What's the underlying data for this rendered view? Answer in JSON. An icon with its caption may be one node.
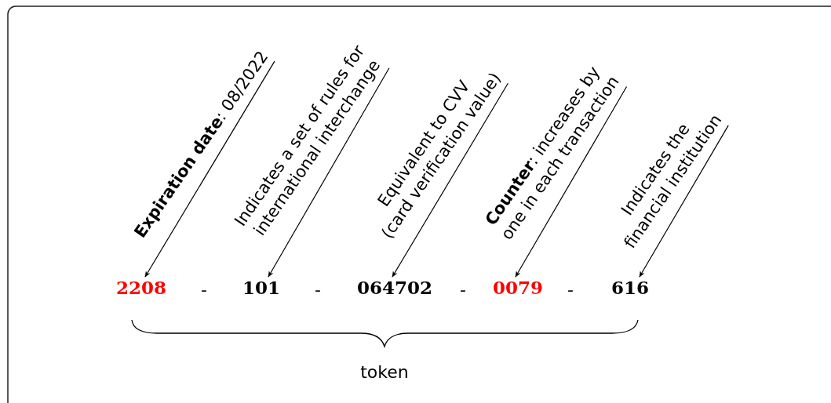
{
  "diagram": {
    "nodes": [
      {
        "text": [
          "**Expiration date**: 08/2022"
        ]
      },
      {
        "text": [
          "Indicates a set of rules for international interchange"
        ]
      },
      {
        "text": [
          "Equivalent to CVV (card verification value)"
        ]
      },
      {
        "text": [
          "**Counter**: increases by one in each transaction"
        ]
      },
      {
        "text": [
          "Indicates the financial institution"
        ]
      },
      {
        "text": [
          "2208"
        ]
      },
      {
        "text": [
          "101"
        ]
      },
      {
        "text": [
          "064702"
        ]
      },
      {
        "text": [
          "0079"
        ]
      },
      {
        "text": [
          "616"
        ]
      }
    ],
    "edges": [
      {
        "from": 0,
        "to": 5,
        "arrow": "to"
      },
      {
        "from": 1,
        "to": 6,
        "arrow": "to"
      },
      {
        "from": 2,
        "to": 7,
        "arrow": "to"
      },
      {
        "from": 3,
        "to": 8,
        "arrow": "to"
      },
      {
        "from": 4,
        "to": 9,
        "arrow": "to"
      }
    ],
    "labels": [
      "-",
      "-",
      "-",
      "-",
      "token"
    ]
  }
}
